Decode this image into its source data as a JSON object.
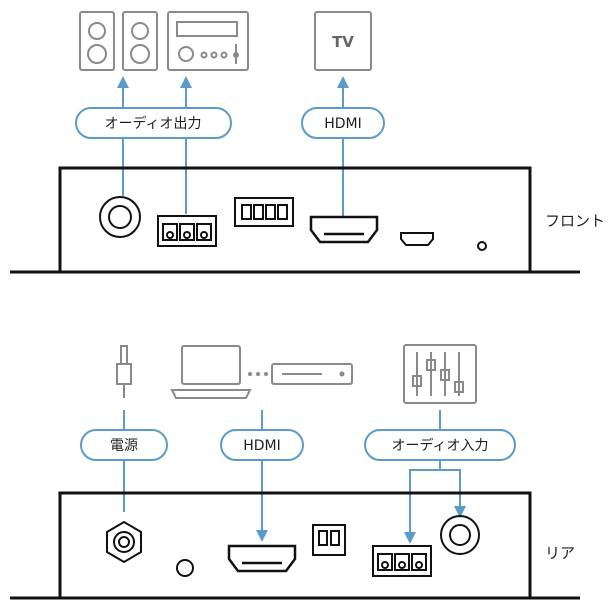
{
  "front": {
    "side_label": "フロント",
    "audio_out_label": "オーディオ出力",
    "hdmi_label": "HDMI",
    "tv_label": "TV"
  },
  "rear": {
    "side_label": "リア",
    "power_label": "電源",
    "hdmi_label": "HDMI",
    "audio_in_label": "オーディオ入力"
  },
  "colors": {
    "arrow": "#5b9bc9",
    "pill_border": "#5b9bc9",
    "device_line": "#111111",
    "icon_gray": "#8a8a8a"
  }
}
